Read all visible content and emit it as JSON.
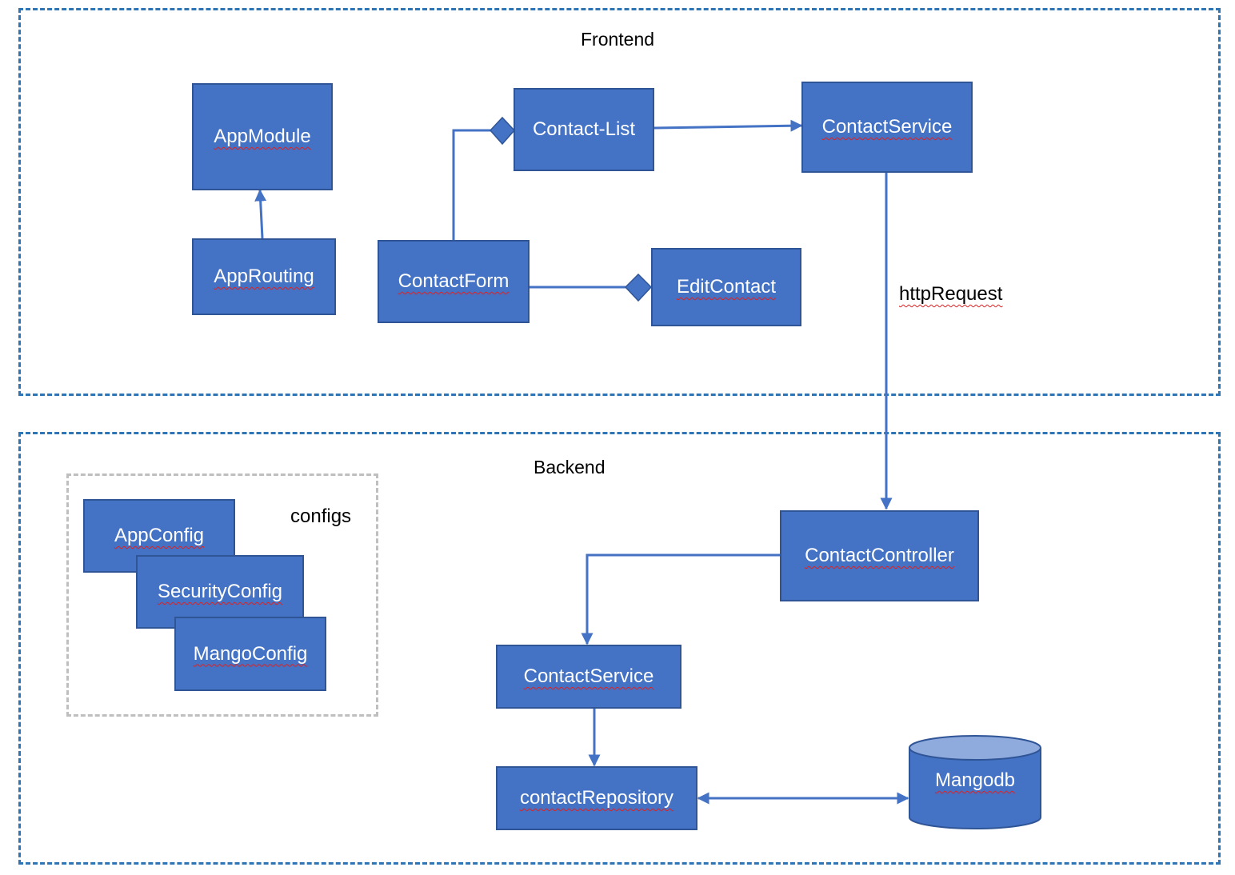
{
  "frontend": {
    "title": "Frontend",
    "boxes": {
      "app_module": "AppModule",
      "app_routing": "AppRouting",
      "contact_list": "Contact-List",
      "contact_service": "ContactService",
      "contact_form": "ContactForm",
      "edit_contact": "EditContact"
    }
  },
  "connection_label": "httpRequest",
  "backend": {
    "title": "Backend",
    "configs": {
      "title": "configs",
      "items": [
        "AppConfig",
        "SecurityConfig",
        "MangoConfig"
      ]
    },
    "boxes": {
      "contact_controller": "ContactController",
      "contact_service": "ContactService",
      "contact_repository": "contactRepository"
    },
    "database": "Mangodb"
  },
  "colors": {
    "box_fill": "#4472c4",
    "box_border": "#2f5597",
    "region_border": "#2e75b6",
    "group_border": "#bfbfbf",
    "connector": "#4472c4",
    "db_top": "#8faadc"
  }
}
